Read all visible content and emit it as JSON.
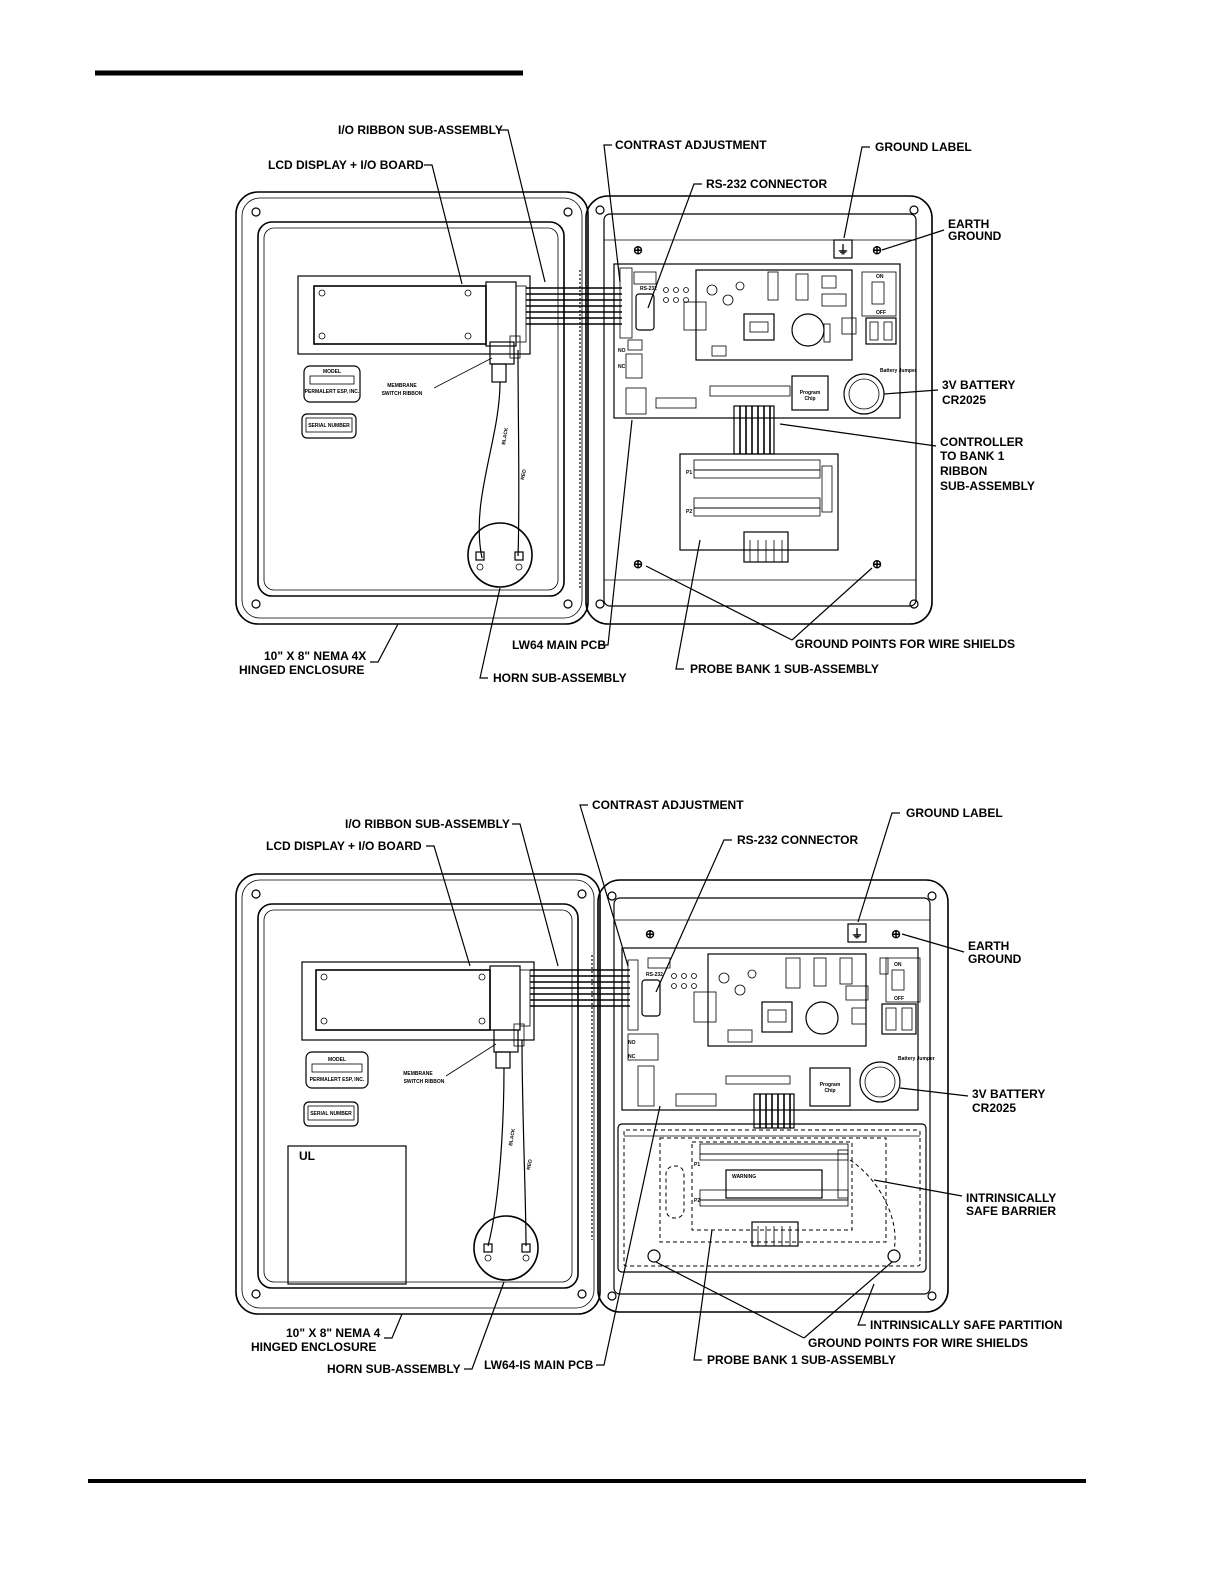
{
  "figure1": {
    "labels": {
      "io_ribbon": "I/O RIBBON SUB-ASSEMBLY",
      "lcd_display": "LCD DISPLAY + I/O BOARD",
      "contrast": "CONTRAST ADJUSTMENT",
      "rs232": "RS-232 CONNECTOR",
      "ground_label": "GROUND LABEL",
      "earth1": "EARTH",
      "earth2": "GROUND",
      "battery1": "3V BATTERY",
      "battery2": "CR2025",
      "controller1": "CONTROLLER",
      "controller2": "TO BANK 1",
      "controller3": "RIBBON",
      "controller4": "SUB-ASSEMBLY",
      "enclosure1": "10\" X 8\" NEMA 4X",
      "enclosure2": "HINGED ENCLOSURE",
      "main_pcb": "LW64 MAIN PCB",
      "horn": "HORN SUB-ASSEMBLY",
      "probe_bank": "PROBE BANK 1 SUB-ASSEMBLY",
      "ground_points": "GROUND POINTS FOR WIRE SHIELDS",
      "membrane1": "MEMBRANE",
      "membrane2": "SWITCH RIBBON"
    }
  },
  "figure2": {
    "labels": {
      "contrast": "CONTRAST ADJUSTMENT",
      "ground_label": "GROUND LABEL",
      "io_ribbon": "I/O RIBBON SUB-ASSEMBLY",
      "rs232": "RS-232 CONNECTOR",
      "lcd_display": "LCD DISPLAY + I/O BOARD",
      "earth1": "EARTH",
      "earth2": "GROUND",
      "battery1": "3V BATTERY",
      "battery2": "CR2025",
      "barrier1": "INTRINSICALLY",
      "barrier2": "SAFE BARRIER",
      "partition": "INTRINSICALLY SAFE PARTITION",
      "ground_points": "GROUND POINTS FOR WIRE SHIELDS",
      "probe_bank": "PROBE BANK 1 SUB-ASSEMBLY",
      "enclosure1": "10\" X 8\" NEMA 4",
      "enclosure2": "HINGED ENCLOSURE",
      "horn": "HORN SUB-ASSEMBLY",
      "main_pcb": "LW64-IS MAIN PCB",
      "membrane1": "MEMBRANE",
      "membrane2": "SWITCH RIBBON",
      "ul": "UL"
    }
  },
  "board_text": {
    "model": "MODEL",
    "permalert": "PERMALERT ESP, INC.",
    "serial": "SERIAL NUMBER",
    "black": "BLACK",
    "red": "RED",
    "on": "ON",
    "off": "OFF",
    "rs232": "RS-232",
    "program_chip1": "Program",
    "program_chip2": "Chip",
    "battery_jumper": "Battery Jumper",
    "warning": "WARNING",
    "p1": "P1",
    "p2": "P2",
    "no": "NO",
    "nc": "NC"
  }
}
